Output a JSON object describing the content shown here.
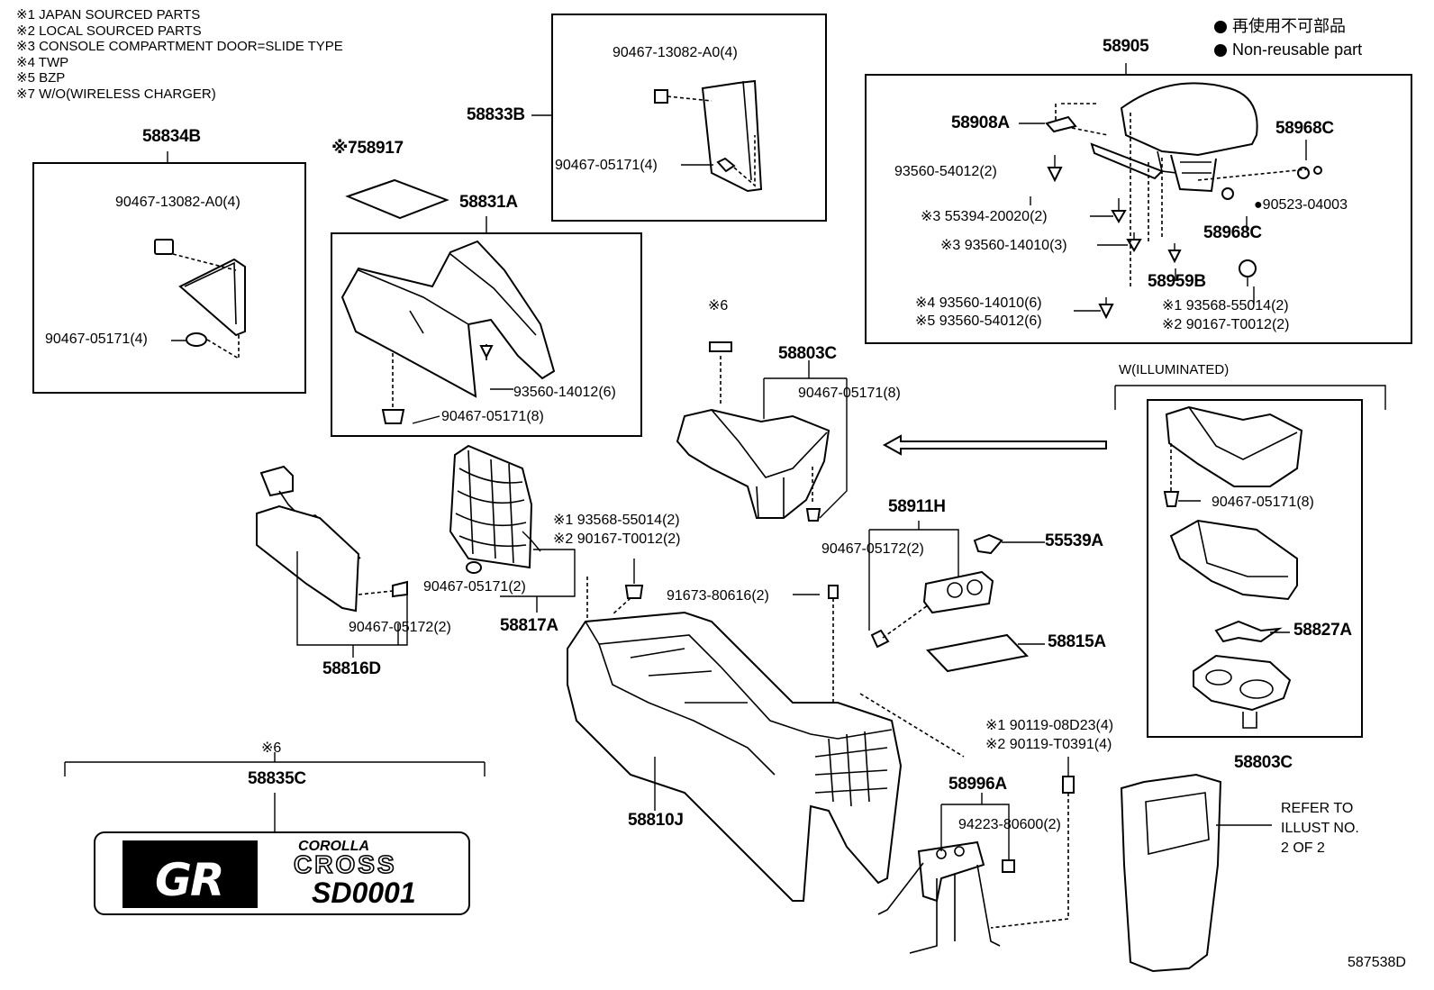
{
  "notes": [
    "※1 JAPAN SOURCED PARTS",
    "※2 LOCAL SOURCED PARTS",
    "※3 CONSOLE COMPARTMENT DOOR=SLIDE TYPE",
    "※4 TWP",
    "※5 BZP",
    "※7 W/O(WIRELESS CHARGER)"
  ],
  "legend": {
    "jp": "再使用不可部品",
    "en": "Non-reusable part"
  },
  "labels": {
    "p58834B": "58834B",
    "p58834B_a": "90467-13082-A0(4)",
    "p58834B_b": "90467-05171(4)",
    "p58917": "※758917",
    "p58833B": "58833B",
    "p58833B_a": "90467-13082-A0(4)",
    "p58833B_b": "90467-05171(4)",
    "p58831A": "58831A",
    "p58831A_a": "93560-14012(6)",
    "p58831A_b": "90467-05171(8)",
    "p58905": "58905",
    "p58908A": "58908A",
    "p58968C_a": "58968C",
    "p58968C_b": "58968C",
    "p93560_54012": "93560-54012(2)",
    "p55394": "※3 55394-20020(2)",
    "p93560_14010_3": "※3 93560-14010(3)",
    "p90523": "●90523-04003",
    "p58959B": "58959B",
    "p93560_14010_6": "※4 93560-14010(6)",
    "p93560_54012_6": "※5 93560-54012(6)",
    "p93568_r": "※1  93568-55014(2)",
    "p90167_r": "※2  90167-T0012(2)",
    "note6_top": "※6",
    "p58803C_top": "58803C",
    "p58803C_top_a": "90467-05171(8)",
    "illum": "W(ILLUMINATED)",
    "illum_a": "90467-05171(8)",
    "p58827A": "58827A",
    "p58803C_bot": "58803C",
    "p58911H": "58911H",
    "p58911H_a": "90467-05172(2)",
    "p55539A": "55539A",
    "p58815A": "58815A",
    "p93568_m": "※1 93568-55014(2)",
    "p90167_m": "※2 90167-T0012(2)",
    "p58817A_a": "90467-05171(2)",
    "p58817A": "58817A",
    "p91673": "91673-80616(2)",
    "p58816D_a": "90467-05172(2)",
    "p58816D": "58816D",
    "note6_bot": "※6",
    "p58835C": "58835C",
    "p58810J": "58810J",
    "p90119_1": "※1 90119-08D23(4)",
    "p90119_2": "※2 90119-T0391(4)",
    "p58996A": "58996A",
    "p94223": "94223-80600(2)",
    "refer": [
      "REFER TO",
      "ILLUST NO.",
      "2 OF 2"
    ],
    "fig_code": "587538D"
  },
  "badge": {
    "gr": "GR",
    "corolla": "COROLLA",
    "cross": "CROSS",
    "serial": "SD0001"
  }
}
